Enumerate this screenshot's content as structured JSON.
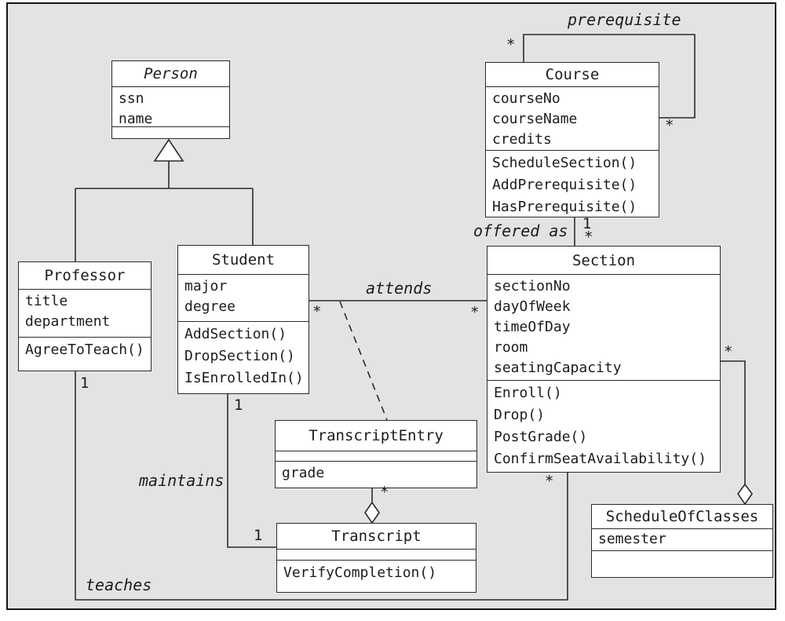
{
  "classes": {
    "person": {
      "name": "Person",
      "abstract": true,
      "attributes": [
        "ssn",
        "name"
      ],
      "operations": []
    },
    "professor": {
      "name": "Professor",
      "attributes": [
        "title",
        "department"
      ],
      "operations": [
        "AgreeToTeach()"
      ]
    },
    "student": {
      "name": "Student",
      "attributes": [
        "major",
        "degree"
      ],
      "operations": [
        "AddSection()",
        "DropSection()",
        "IsEnrolledIn()"
      ]
    },
    "course": {
      "name": "Course",
      "attributes": [
        "courseNo",
        "courseName",
        "credits"
      ],
      "operations": [
        "ScheduleSection()",
        "AddPrerequisite()",
        "HasPrerequisite()"
      ]
    },
    "section": {
      "name": "Section",
      "attributes": [
        "sectionNo",
        "dayOfWeek",
        "timeOfDay",
        "room",
        "seatingCapacity"
      ],
      "operations": [
        "Enroll()",
        "Drop()",
        "PostGrade()",
        "ConfirmSeatAvailability()"
      ]
    },
    "transcript_entry": {
      "name": "TranscriptEntry",
      "attributes": [
        "grade"
      ],
      "operations": []
    },
    "transcript": {
      "name": "Transcript",
      "attributes": [],
      "operations": [
        "VerifyCompletion()"
      ]
    },
    "schedule_of_classes": {
      "name": "ScheduleOfClasses",
      "attributes": [
        "semester"
      ],
      "operations": []
    }
  },
  "associations": {
    "prerequisite": {
      "label": "prerequisite",
      "top_end_mult": "*",
      "side_end_mult": "*"
    },
    "offered_as": {
      "label": "offered as",
      "course_mult": "1",
      "section_mult": "*"
    },
    "attends": {
      "label": "attends",
      "student_mult": "*",
      "section_mult": "*"
    },
    "maintains": {
      "label": "maintains",
      "student_mult": "1",
      "transcript_mult": "1"
    },
    "teaches": {
      "label": "teaches",
      "professor_mult": "1",
      "section_mult": "*"
    },
    "transcript_aggregation": {
      "entry_mult": "*"
    },
    "schedule_aggregation": {
      "section_mult": "*"
    }
  },
  "colors": {
    "background": "#e3e3e3",
    "box_fill": "#ffffff",
    "line": "#2b2b2b",
    "border": "#161616"
  }
}
